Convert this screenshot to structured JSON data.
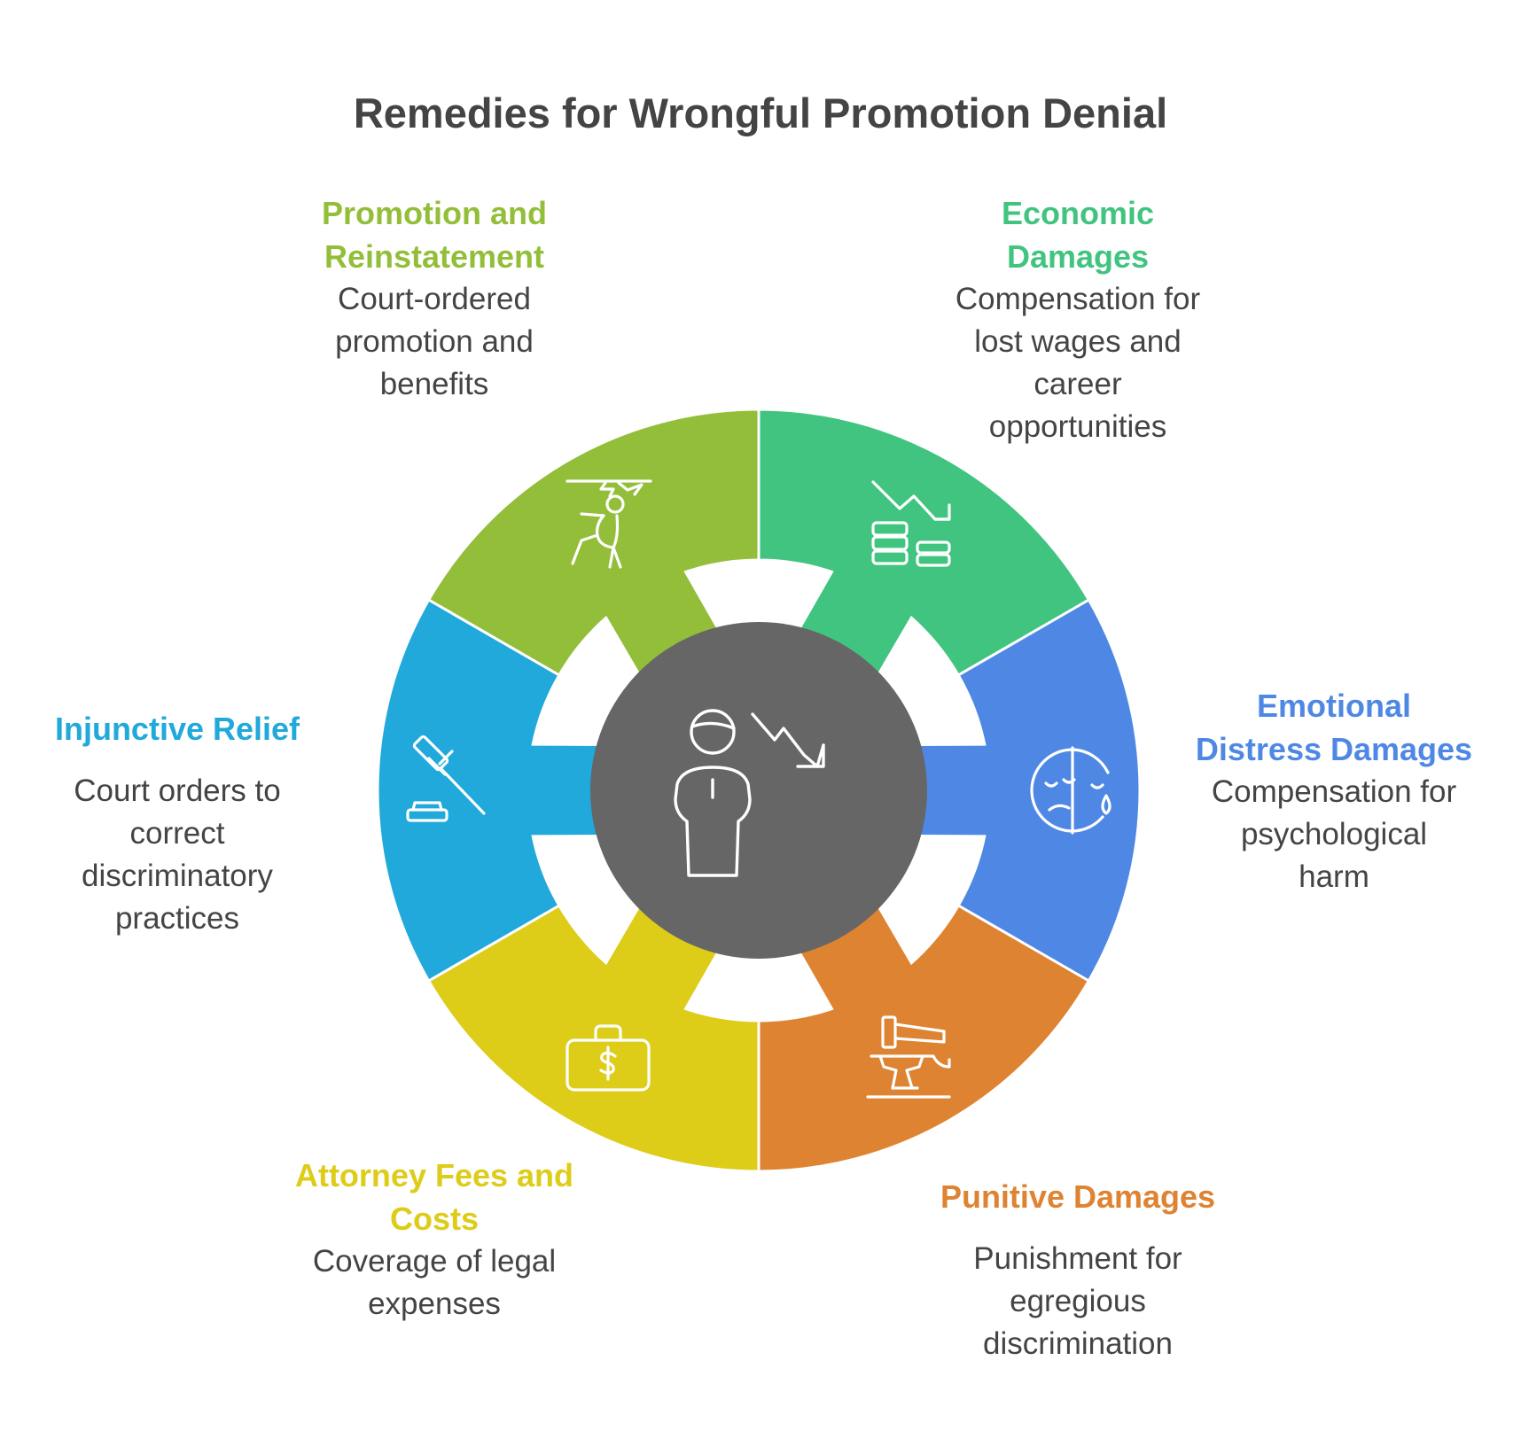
{
  "title": "Remedies for Wrongful Promotion Denial",
  "colors": {
    "promotion": "#93BE3A",
    "economic": "#41C47F",
    "emotional": "#4F88E4",
    "punitive": "#DE8331",
    "attorney": "#DDCC18",
    "injunctive": "#20A9DA",
    "center": "#666666",
    "text": "#444444"
  },
  "segments": [
    {
      "key": "promotion",
      "title": "Promotion and Reinstatement",
      "title_lines": [
        "Promotion and",
        "Reinstatement"
      ],
      "desc_lines": [
        "Court-ordered",
        "promotion and",
        "benefits"
      ],
      "icon": "falling-person-icon"
    },
    {
      "key": "economic",
      "title": "Economic Damages",
      "title_lines": [
        "Economic",
        "Damages"
      ],
      "desc_lines": [
        "Compensation for",
        "lost wages and",
        "career",
        "opportunities"
      ],
      "icon": "coins-trend-down-icon"
    },
    {
      "key": "emotional",
      "title": "Emotional Distress Damages",
      "title_lines": [
        "Emotional",
        "Distress Damages"
      ],
      "desc_lines": [
        "Compensation for",
        "psychological",
        "harm"
      ],
      "icon": "sad-face-icon"
    },
    {
      "key": "punitive",
      "title": "Punitive Damages",
      "title_lines": [
        "Punitive Damages"
      ],
      "desc_lines": [
        "Punishment for",
        "egregious",
        "discrimination"
      ],
      "icon": "hammer-anvil-icon"
    },
    {
      "key": "attorney",
      "title": "Attorney Fees and Costs",
      "title_lines": [
        "Attorney Fees and",
        "Costs"
      ],
      "desc_lines": [
        "Coverage of legal",
        "expenses"
      ],
      "icon": "money-bag-icon"
    },
    {
      "key": "injunctive",
      "title": "Injunctive Relief",
      "title_lines": [
        "Injunctive Relief"
      ],
      "desc_lines": [
        "Court orders to",
        "correct",
        "discriminatory",
        "practices"
      ],
      "icon": "gavel-icon"
    }
  ],
  "center": {
    "icon": "person-trend-down-icon"
  }
}
